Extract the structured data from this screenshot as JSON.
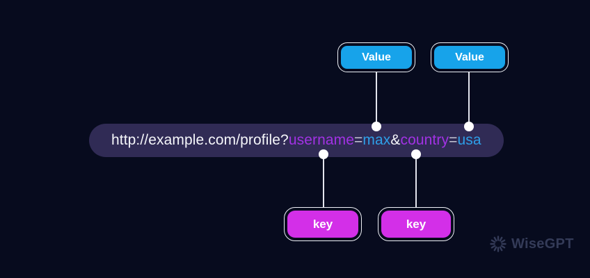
{
  "canvas": {
    "background": "#070b1e"
  },
  "url_bar": {
    "background": "#302b55",
    "full_url": "http://example.com/profile?username=max&country=usa",
    "segments": [
      {
        "text": "http://example.com/profile?",
        "role": "base-url",
        "color": "#f5f6fa"
      },
      {
        "text": "username",
        "role": "query-key",
        "color": "#a232e4"
      },
      {
        "text": "=",
        "role": "equals-sign",
        "color": "#c7c8d6"
      },
      {
        "text": "max",
        "role": "query-value",
        "color": "#2e9fe8"
      },
      {
        "text": "&",
        "role": "ampersand",
        "color": "#f5f6fa"
      },
      {
        "text": "country",
        "role": "query-key",
        "color": "#a232e4"
      },
      {
        "text": "=",
        "role": "equals-sign",
        "color": "#c7c8d6"
      },
      {
        "text": "usa",
        "role": "query-value",
        "color": "#2e9fe8"
      }
    ]
  },
  "badges": {
    "value": {
      "label": "Value",
      "fill": "#17a3ea",
      "count": 2
    },
    "key": {
      "label": "key",
      "fill": "#d32fe8",
      "count": 2
    },
    "outline_color": "#eef1f6"
  },
  "connectors": {
    "line_color": "#e3e5ee",
    "dot_color": "#ffffff"
  },
  "watermark": {
    "text": "WiseGPT",
    "color": "#343b58",
    "icon": "radial-dashes-logo"
  }
}
